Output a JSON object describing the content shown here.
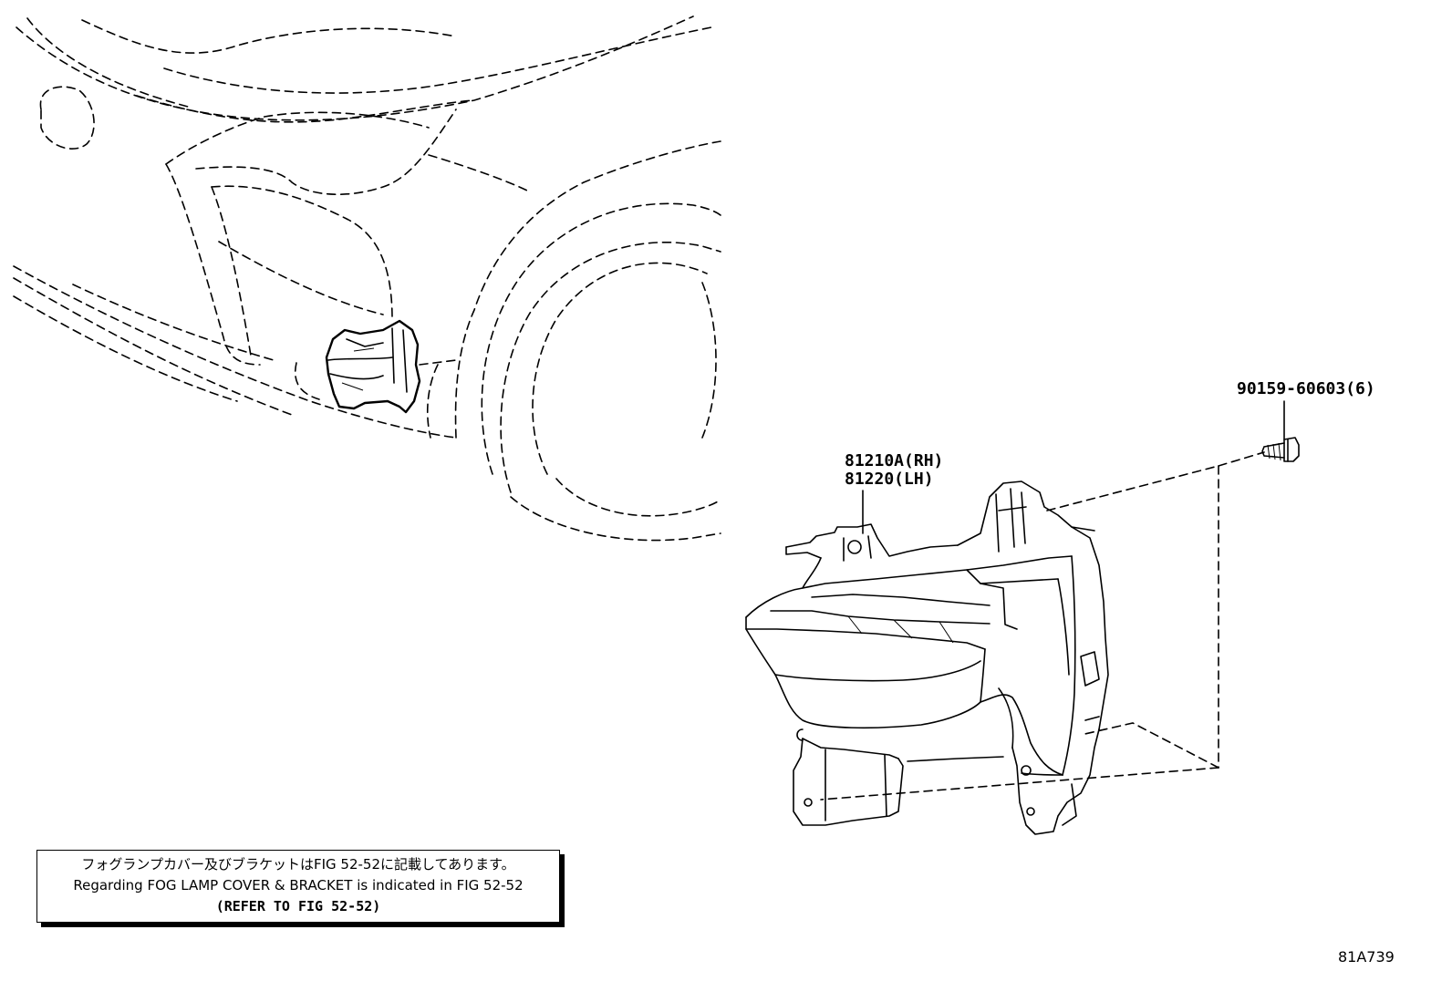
{
  "labels": {
    "lamp_rh": "81210A(RH)",
    "lamp_lh": "81220(LH)",
    "screw": "90159-60603(6)"
  },
  "note": {
    "japanese": "フォグランプカバー及びブラケットはFIG 52-52に記載してあります。",
    "english": "Regarding FOG LAMP COVER & BRACKET is indicated in FIG 52-52",
    "refer": "(REFER TO FIG 52-52)"
  },
  "figure_id": "81A739"
}
